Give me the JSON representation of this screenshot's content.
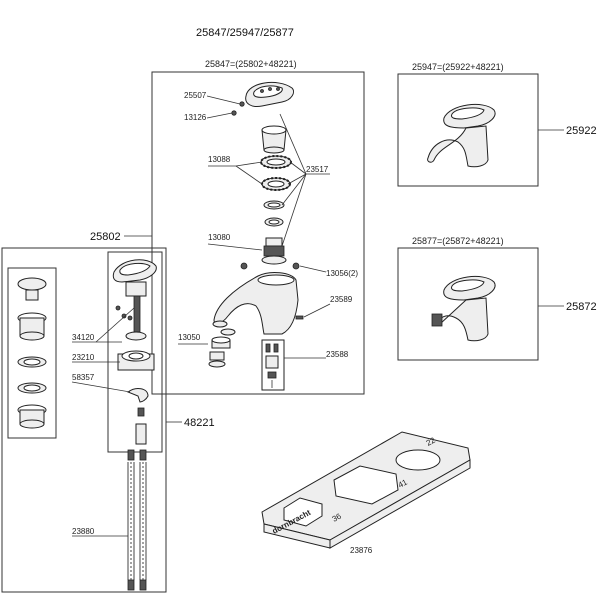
{
  "title": "25847/25947/25877",
  "box_main": {
    "heading": "25847=(25802+48221)",
    "label": "25802"
  },
  "box_left": {
    "label": "48221"
  },
  "box_25947": {
    "heading": "25947=(25922+48221)",
    "label": "25922"
  },
  "box_25877": {
    "heading": "25877=(25872+48221)",
    "label": "25872"
  },
  "parts": {
    "p25507": "25507",
    "p13126": "13126",
    "p13088": "13088",
    "p23517": "23517",
    "p13080": "13080",
    "p13056": "13056(2)",
    "p23589": "23589",
    "p13050": "13050",
    "p23588": "23588",
    "p34120": "34120",
    "p23210": "23210",
    "p58357": "58357",
    "p23880": "23880",
    "p23876": "23876"
  },
  "tool": {
    "brand": "dornbracht",
    "size_small": "22",
    "size_mid": "41",
    "size_large": "36"
  }
}
